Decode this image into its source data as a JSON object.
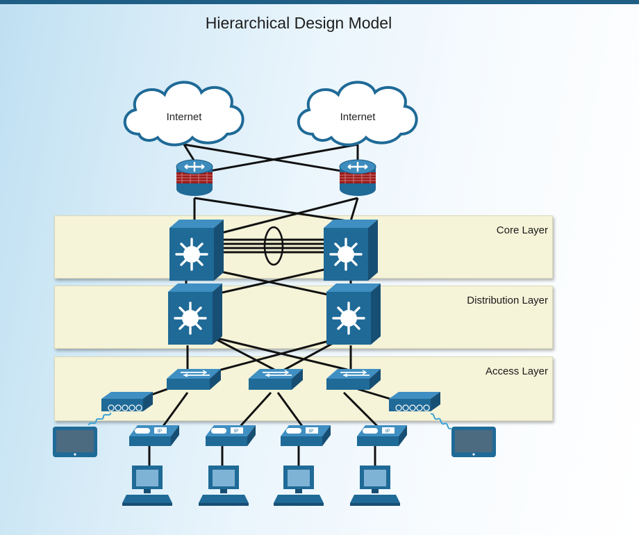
{
  "title": "Hierarchical Design Model",
  "layers": {
    "core": "Core Layer",
    "distribution": "Distribution Layer",
    "access": "Access Layer"
  },
  "clouds": {
    "left": "Internet",
    "right": "Internet"
  },
  "icons": {
    "cloud": "internet-cloud-icon",
    "router": "firewall-router-icon",
    "multilayer_switch": "multilayer-switch-icon",
    "access_switch": "workgroup-switch-icon",
    "wireless_ap": "wireless-access-point-icon",
    "ip_phone": "ip-phone-icon",
    "pc": "pc-workstation-icon",
    "tablet": "tablet-icon"
  },
  "colors": {
    "device_blue": "#1f6a97",
    "layer_band": "#f5f3d8",
    "link": "#111111",
    "firewall_red": "#9b1b1b"
  }
}
